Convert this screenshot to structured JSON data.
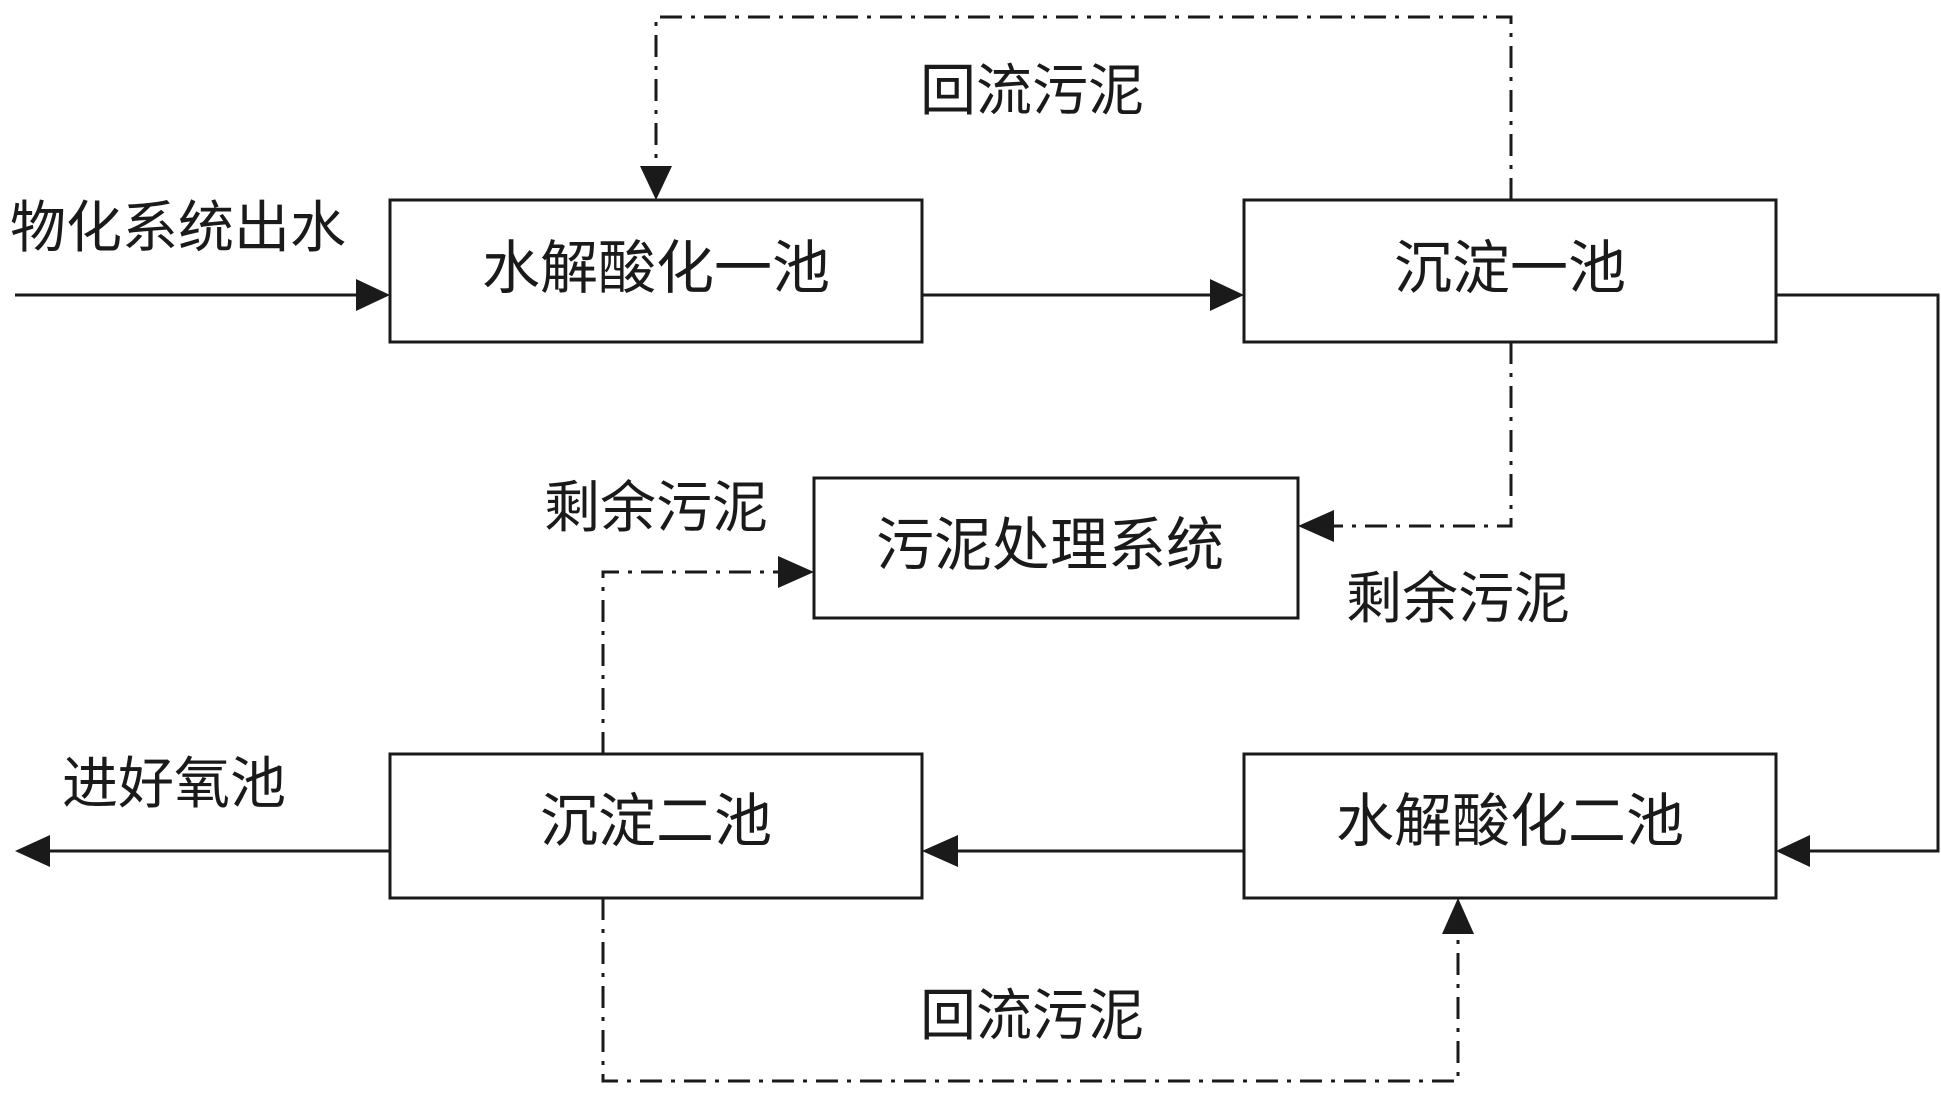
{
  "diagram": {
    "boxes": {
      "hydrolysis_1": "水解酸化一池",
      "settling_1": "沉淀一池",
      "sludge_treatment": "污泥处理系统",
      "settling_2": "沉淀二池",
      "hydrolysis_2": "水解酸化二池"
    },
    "labels": {
      "inlet": "物化系统出水",
      "outlet": "进好氧池",
      "return_top": "回流污泥",
      "return_bottom": "回流污泥",
      "excess_left": "剩余污泥",
      "excess_right": "剩余污泥"
    },
    "line_styles": {
      "water_flow": "solid",
      "sludge_flow": "dash-dot"
    }
  }
}
